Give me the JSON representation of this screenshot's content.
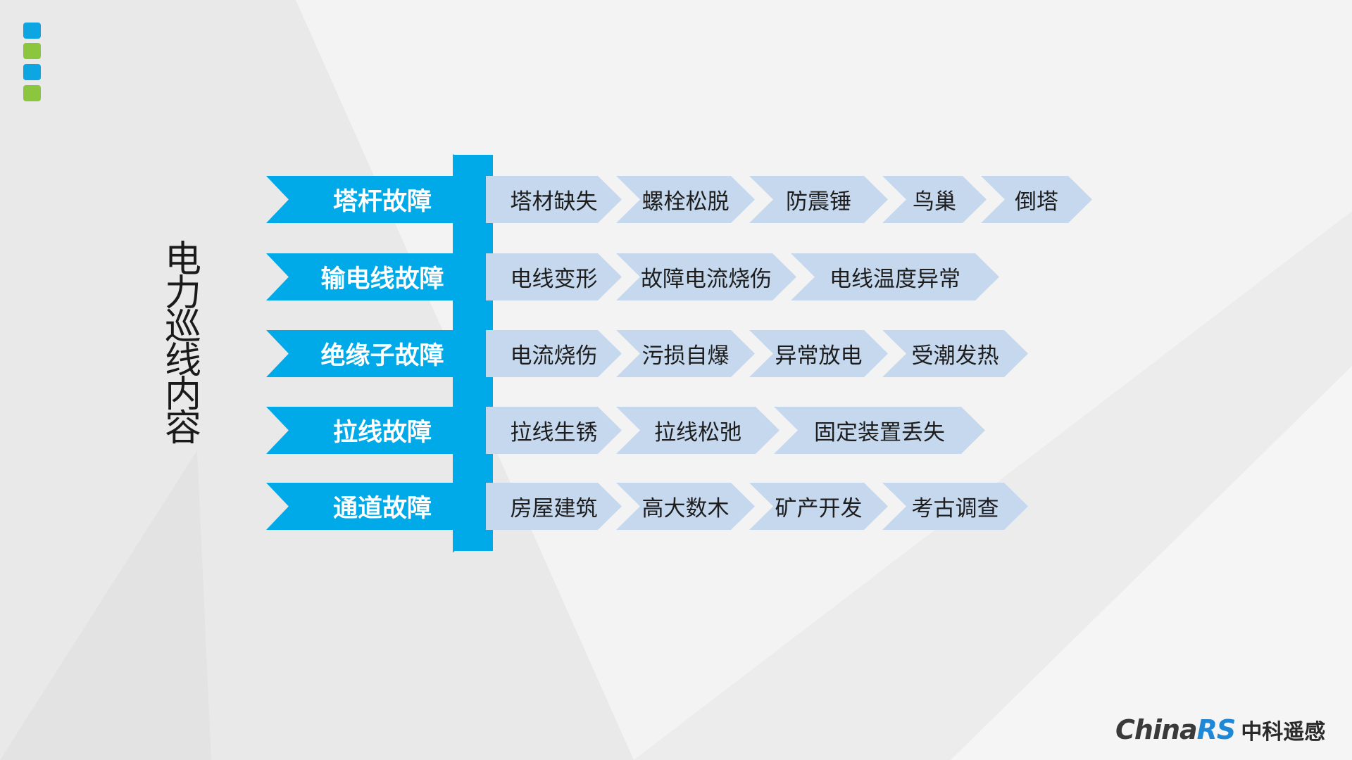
{
  "title": "电力巡线内容",
  "rows": [
    {
      "category": "塔杆故障",
      "items": [
        "塔材缺失",
        "螺栓松脱",
        "防震锤",
        "鸟巢",
        "倒塔"
      ]
    },
    {
      "category": "输电线故障",
      "items": [
        "电线变形",
        "故障电流烧伤",
        "电线温度异常"
      ]
    },
    {
      "category": "绝缘子故障",
      "items": [
        "电流烧伤",
        "污损自爆",
        "异常放电",
        "受潮发热"
      ]
    },
    {
      "category": "拉线故障",
      "items": [
        "拉线生锈",
        "拉线松弛",
        "固定装置丢失"
      ]
    },
    {
      "category": "通道故障",
      "items": [
        "房屋建筑",
        "高大数木",
        "矿产开发",
        "考古调查"
      ]
    }
  ],
  "logo": {
    "latin": "China",
    "latin_accent": "RS",
    "chinese": "中科遥感"
  },
  "colors": {
    "accent_blue": "#00a9e8",
    "chevron_fill": "#c5d8ee",
    "square_blue": "#0ea5e3",
    "square_green": "#8cc63f"
  }
}
